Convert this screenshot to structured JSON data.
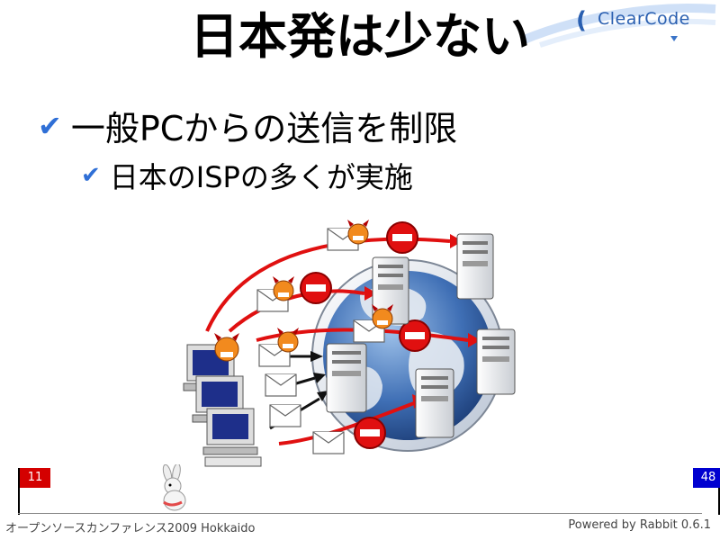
{
  "logo": {
    "text": "ClearCode"
  },
  "slide": {
    "title": "日本発は少ない",
    "bullets": [
      {
        "text": "一般PCからの送信を制限",
        "level": 1
      },
      {
        "text": "日本のISPの多くが実施",
        "level": 2
      }
    ],
    "illustration_icon": "blocked-spam-to-mailservers-illustration"
  },
  "progress": {
    "current_page": "11",
    "total_pages": "48",
    "current_color": "#d40000",
    "total_color": "#0000d0"
  },
  "footer": {
    "event": "オープンソースカンファレンス2009 Hokkaido",
    "powered_by": "Powered by Rabbit 0.6.1"
  },
  "colors": {
    "check": "#2f6fd6",
    "logo": "#2a5fb0"
  }
}
